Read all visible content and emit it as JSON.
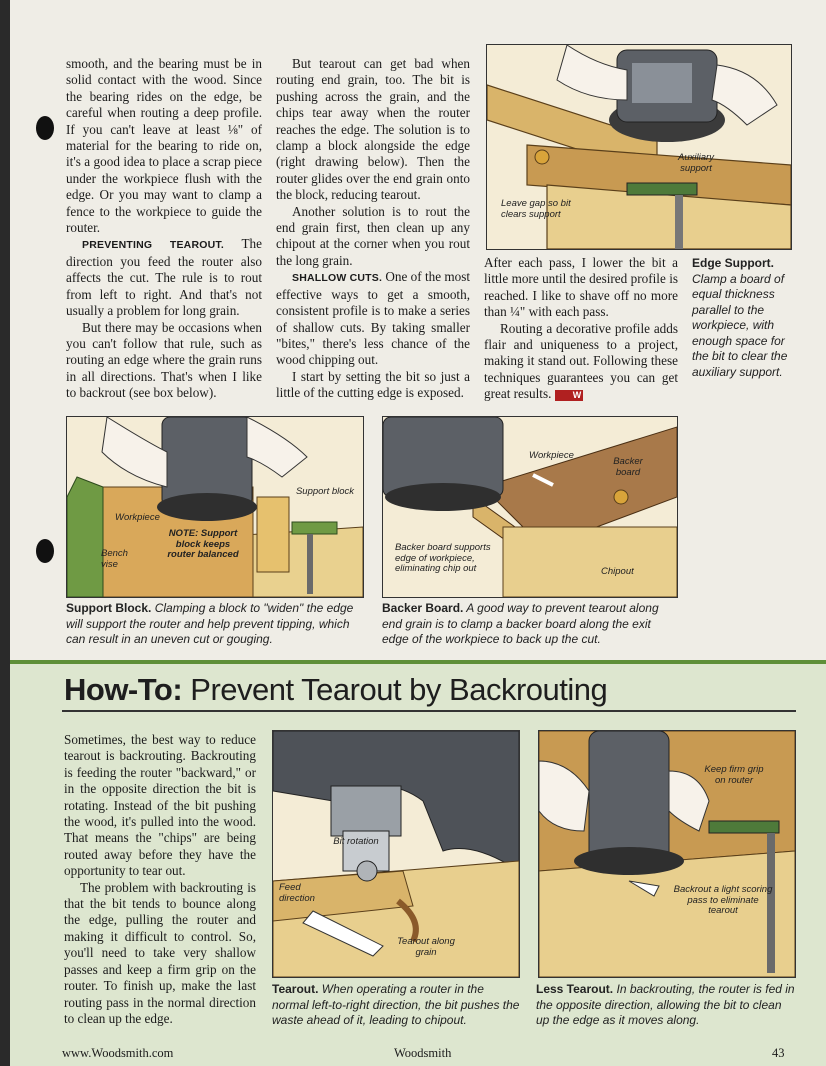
{
  "column1": {
    "p1": "smooth, and the bearing must be in solid contact with the wood. Since the bearing rides on the edge, be careful when routing a deep profile. If you can't leave at least ⅛\" of material for the bearing to ride on, it's a good idea to place a scrap piece under the workpiece flush with the edge. Or you may want to clamp a fence to the workpiece to guide the router.",
    "p2_heading": "PREVENTING TEAROUT.",
    "p2": "The direction you feed the router also affects the cut. The rule is to rout from left to right. And that's not usually a problem for long grain.",
    "p3": "But there may be occasions when you can't follow that rule, such as routing an edge where the grain runs in all directions. That's when I like to backrout (see box below)."
  },
  "column2": {
    "p1": "But tearout can get bad when routing end grain, too. The bit is pushing across the grain, and the chips tear away when the router reaches the edge. The solution is to clamp a block alongside the edge (right drawing below). Then the router glides over the end grain onto the block, reducing tearout.",
    "p2": "Another solution is to rout the end grain first, then clean up any chipout at the corner when you rout the long grain.",
    "p3_heading": "SHALLOW CUTS.",
    "p3": "One of the most effective ways to get a smooth, consistent profile is to make a series of shallow cuts. By taking smaller \"bites,\" there's less chance of the wood chipping out.",
    "p4": "I start by setting the bit so just a little of the cutting edge is exposed."
  },
  "column3": {
    "p1": "After each pass, I lower the bit a little more until the desired profile is reached. I like to shave off no more than ¼\" with each pass.",
    "p2": "Routing a decorative profile adds flair and uniqueness to a project, making it stand out. Following these techniques guarantees you can get great results.",
    "end_mark": "W"
  },
  "edge_support_figure": {
    "labels": {
      "auxiliary": "Auxiliary support",
      "gap": "Leave gap so bit clears support"
    },
    "caption_title": "Edge Support.",
    "caption_text": "Clamp a board of equal thickness parallel to the workpiece, with enough space for the bit to clear the auxiliary support."
  },
  "support_block_figure": {
    "labels": {
      "support_block": "Support block",
      "workpiece": "Workpiece",
      "note": "NOTE: Support block keeps router balanced",
      "bench_vise": "Bench vise"
    },
    "caption_title": "Support Block.",
    "caption_text": "Clamping a block to \"widen\" the edge will support the router and help prevent tipping, which can result in an uneven cut or gouging."
  },
  "backer_board_figure": {
    "labels": {
      "workpiece": "Workpiece",
      "backer_board": "Backer board",
      "supports": "Backer board supports edge of workpiece, eliminating chip out",
      "chipout": "Chipout"
    },
    "caption_title": "Backer Board.",
    "caption_text": "A good way to prevent tearout along end grain is to clamp a backer board along the exit edge of the workpiece to back up the cut."
  },
  "howto": {
    "title_lead": "How-To:",
    "title_rest": "Prevent Tearout by Backrouting",
    "p1": "Sometimes, the best way to reduce tearout is backrouting. Backrouting is feeding the router \"backward,\" or in the opposite direction the bit is rotating. Instead of the bit pushing the wood, it's pulled into the wood. That means the \"chips\" are being routed away before they have the opportunity to tear out.",
    "p2": "The problem with backrouting is that the bit tends to bounce along the edge, pulling the router and making it difficult to control. So, you'll need to take very shallow passes and keep a firm grip on the router. To finish up, make the last routing pass in the normal direction to clean up the edge.",
    "tearout_figure": {
      "labels": {
        "bit_rotation": "Bit rotation",
        "feed": "Feed direction",
        "tearout": "Tearout along grain"
      },
      "caption_title": "Tearout.",
      "caption_text": "When operating a router in the normal left-to-right direction, the bit pushes the waste ahead of it, leading to chipout."
    },
    "less_tearout_figure": {
      "labels": {
        "grip": "Keep firm grip on router",
        "backrout": "Backrout a light scoring pass to eliminate tearout"
      },
      "caption_title": "Less Tearout.",
      "caption_text": "In backrouting, the router is fed in the opposite direction, allowing the bit to clean up the edge as it moves along."
    }
  },
  "footer": {
    "url": "www.Woodsmith.com",
    "magazine": "Woodsmith",
    "page": "43"
  },
  "colors": {
    "band": "#dde6cf",
    "accent_green": "#5e8f39",
    "wood": "#d9b46a",
    "end_mark_red": "#b02020"
  },
  "icons": [
    "router-illustration",
    "clamp-illustration",
    "hands-illustration",
    "arrow-illustration"
  ]
}
